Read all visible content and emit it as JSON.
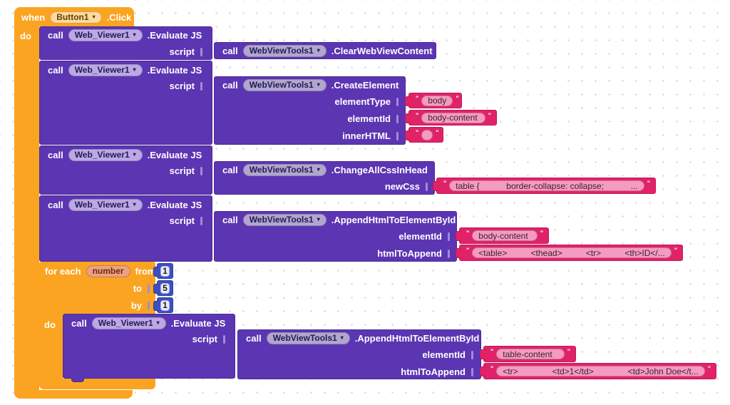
{
  "palette": {
    "orange": "#FBA421",
    "purple": "#5C35B2",
    "pink": "#E02369",
    "pink_field": "#F49BC0",
    "blue": "#3D4FC0",
    "grid_dot": "#D6D6DB"
  },
  "labels": {
    "when": "when",
    "do": "do",
    "call": "call",
    "script": "script"
  },
  "event": {
    "component": "Button1",
    "event_name": ".Click"
  },
  "web_viewer": {
    "name": "Web_Viewer1",
    "method": ".Evaluate JS"
  },
  "tools": {
    "name": "WebViewTools1"
  },
  "call1": {
    "method": ".ClearWebViewContent"
  },
  "call2": {
    "method": ".CreateElement",
    "p1": {
      "label": "elementType",
      "value": "body"
    },
    "p2": {
      "label": "elementId",
      "value": "body-content"
    },
    "p3": {
      "label": "innerHTML",
      "value": ""
    }
  },
  "call3": {
    "method": ".ChangeAllCssInHead",
    "p1": {
      "label": "newCss",
      "seg1": "table {",
      "seg2": "border-collapse: collapse;",
      "seg3": "..."
    }
  },
  "call4": {
    "method": ".AppendHtmlToElementById",
    "p1": {
      "label": "elementId",
      "value": "body-content"
    },
    "p2": {
      "label": "htmlToAppend",
      "seg1": "<table>",
      "seg2": "<thead>",
      "seg3": "<tr>",
      "seg4": "<th>ID</..."
    }
  },
  "loop": {
    "for_each": "for each",
    "var_name": "number",
    "from": "from",
    "to": "to",
    "by": "by",
    "from_value": "1",
    "to_value": "5",
    "by_value": "1",
    "do": "do"
  },
  "call5": {
    "method": ".AppendHtmlToElementById",
    "p1": {
      "label": "elementId",
      "value": "table-content"
    },
    "p2": {
      "label": "htmlToAppend",
      "seg1": "<tr>",
      "seg2": "<td>1</td>",
      "seg3": "<td>John Doe</t..."
    }
  }
}
